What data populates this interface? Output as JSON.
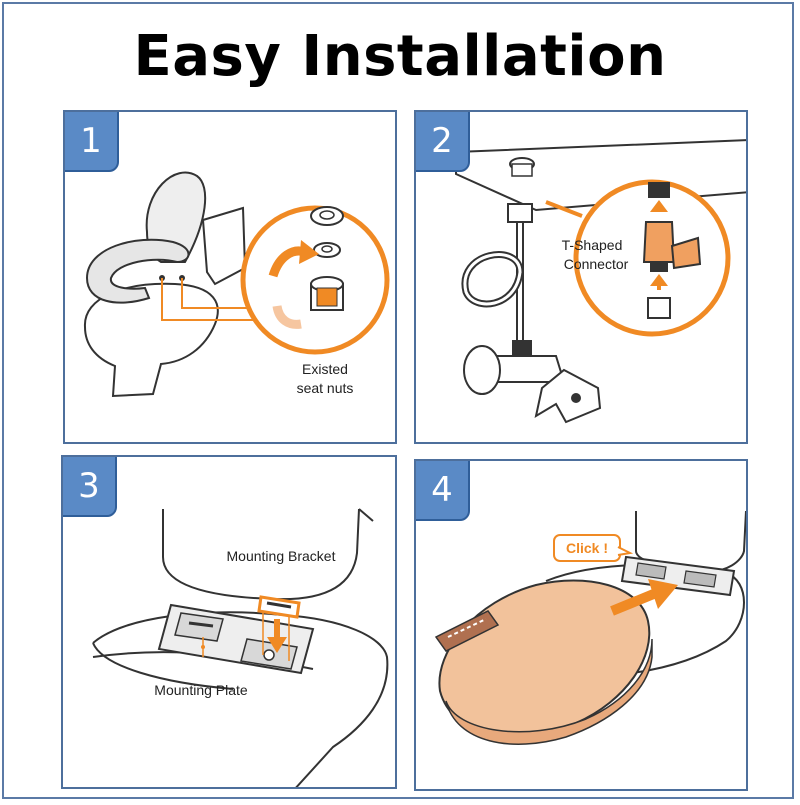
{
  "title": "Easy Installation",
  "steps": [
    {
      "number": "1",
      "label": "Existed seat nuts",
      "label_lines": [
        "Existed",
        "seat nuts"
      ]
    },
    {
      "number": "2",
      "label": "T-Shaped Connector",
      "label_lines": [
        "T-Shaped",
        "Connector"
      ]
    },
    {
      "number": "3",
      "labels": [
        "Mounting Bracket",
        "Mounting Plate"
      ]
    },
    {
      "number": "4",
      "label": "Click !"
    }
  ],
  "colors": {
    "frame_border": "#5b7aa6",
    "badge_fill": "#5a8ac6",
    "accent_orange": "#f08a24",
    "seat_peach": "#f2c29b"
  }
}
